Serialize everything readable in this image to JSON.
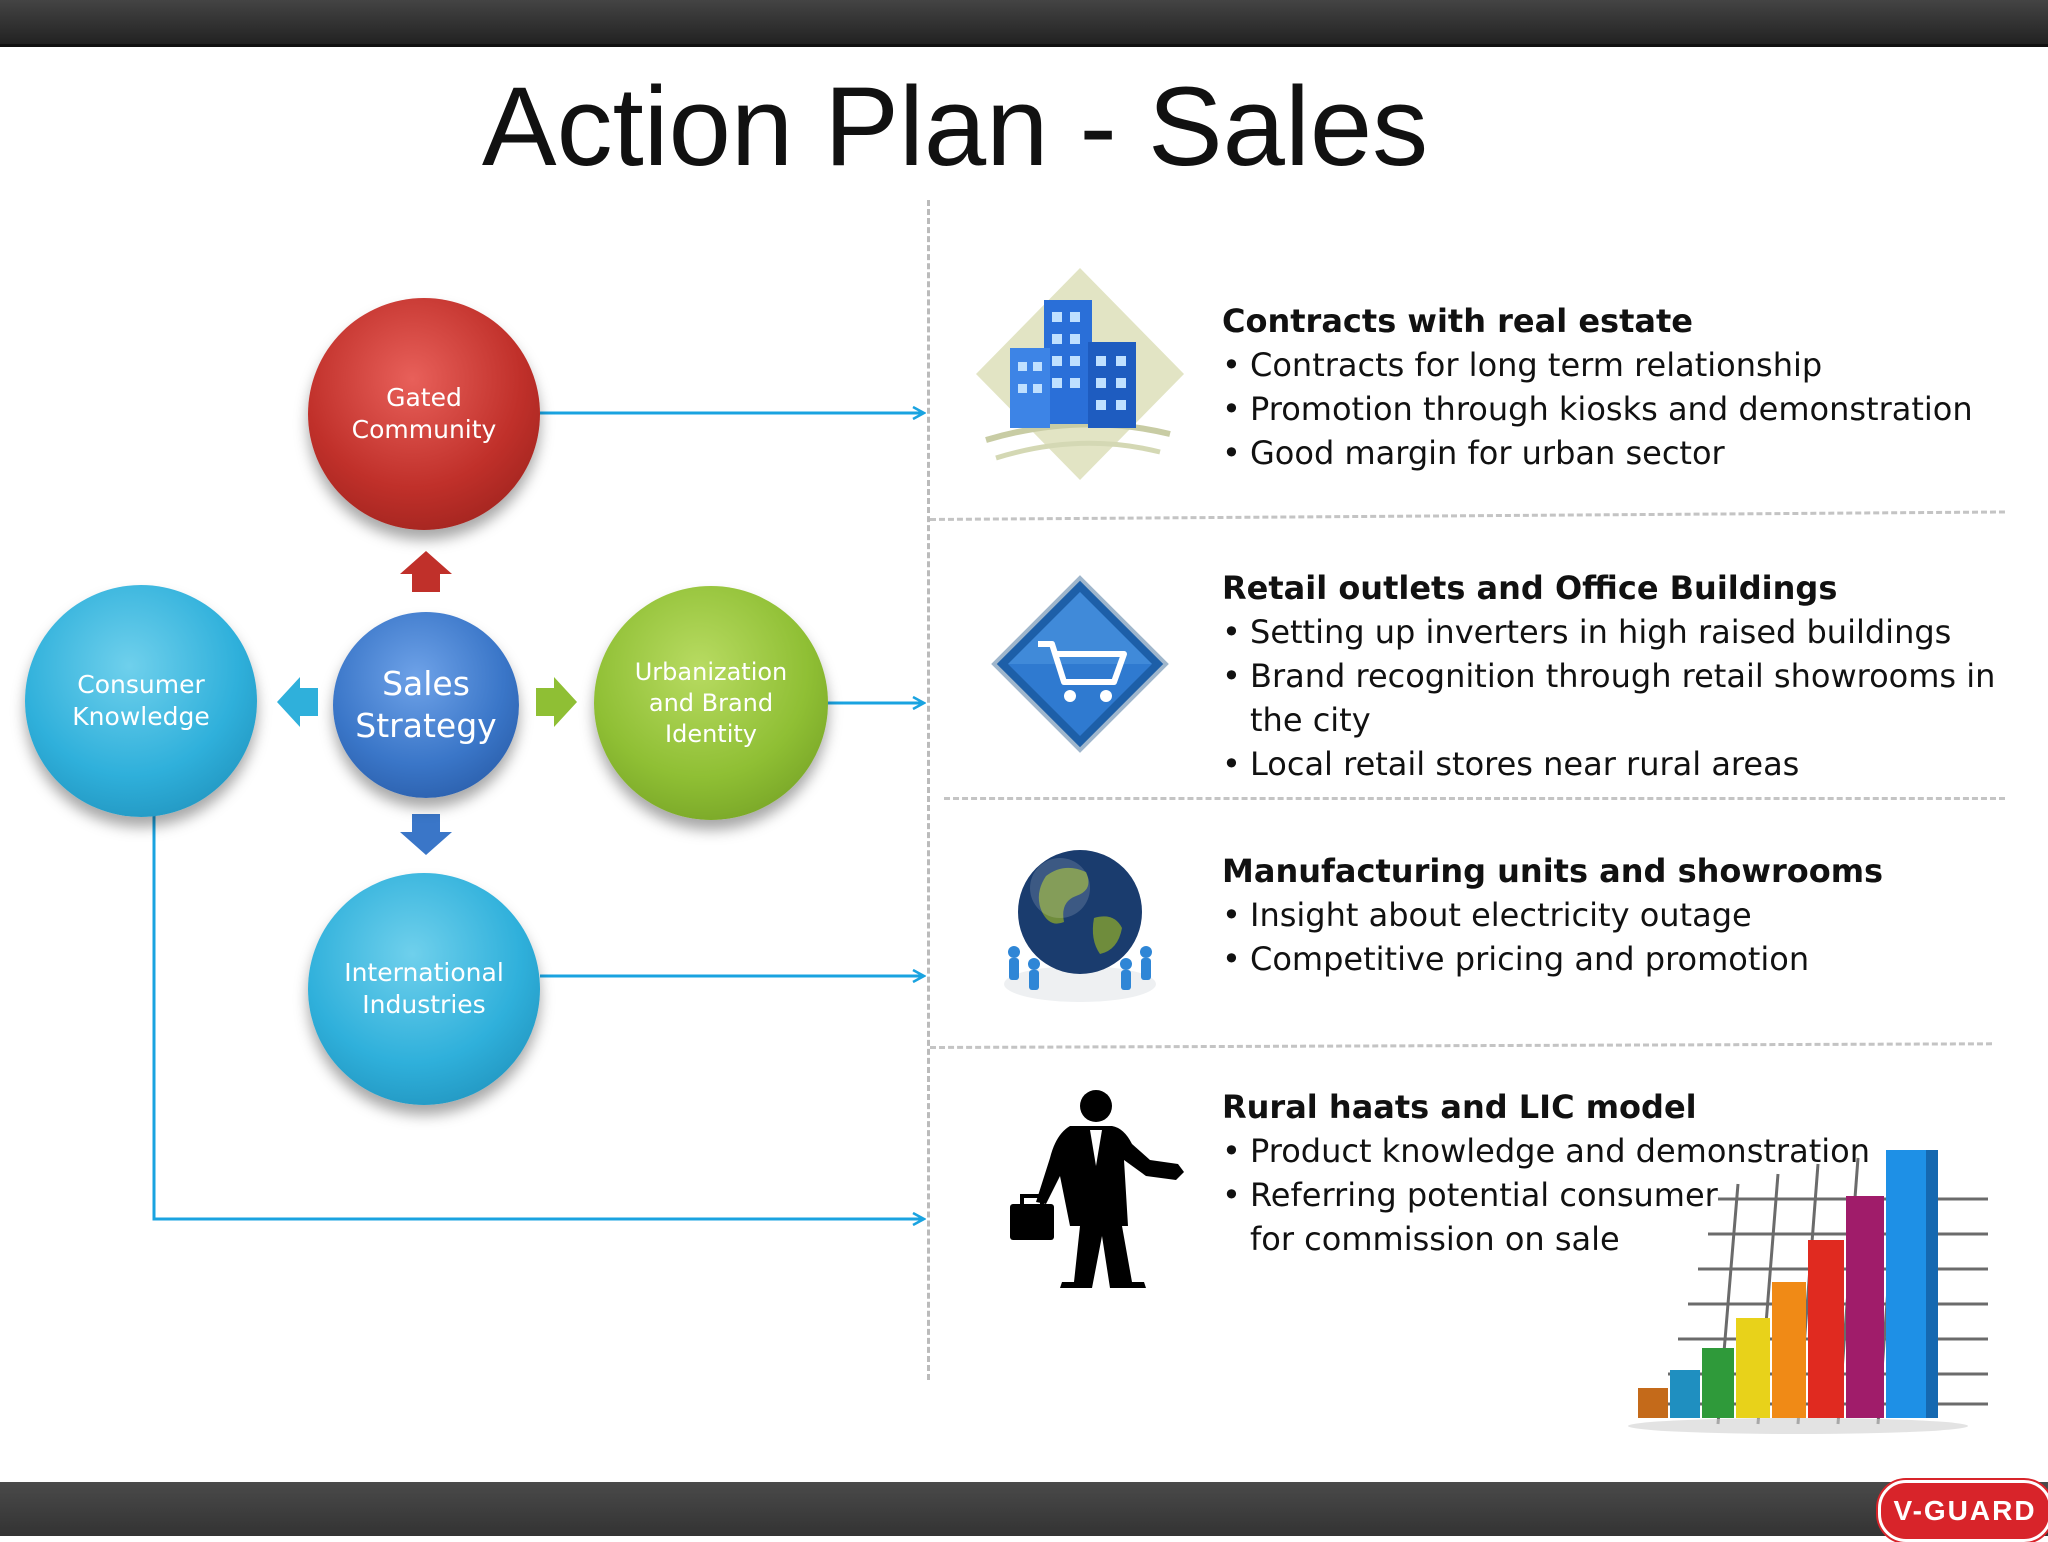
{
  "slide": {
    "title": "Action Plan - Sales"
  },
  "diagram": {
    "center": [
      "Sales",
      "Strategy"
    ],
    "top": [
      "Gated",
      "Community"
    ],
    "right": [
      "Urbanization",
      "and Brand",
      "Identity"
    ],
    "bottom": [
      "International",
      "Industries"
    ],
    "left": [
      "Consumer",
      "Knowledge"
    ]
  },
  "sections": [
    {
      "heading": "Contracts with real estate",
      "bullets": [
        "Contracts for long term relationship",
        "Promotion through kiosks and demonstration",
        "Good margin for urban sector"
      ],
      "icon": "office-building-icon"
    },
    {
      "heading": "Retail outlets and Office Buildings",
      "bullets": [
        "Setting up inverters in high raised buildings",
        "Brand recognition through retail showrooms in the city",
        "Local retail stores near rural areas"
      ],
      "icon": "shopping-cart-icon"
    },
    {
      "heading": "Manufacturing units and showrooms",
      "bullets": [
        "Insight about electricity outage",
        "Competitive pricing and promotion"
      ],
      "icon": "globe-icon"
    },
    {
      "heading": "Rural haats and LIC model",
      "bullets": [
        "Product knowledge and demonstration",
        "Referring potential consumer for commission on sale"
      ],
      "icon": "businessman-icon"
    }
  ],
  "brand": {
    "logo_text": "V-GUARD",
    "colors": {
      "red": "#c0302a",
      "blue": "#3a76c8",
      "green": "#8fbf34",
      "cyan": "#2fb0db",
      "arrow": "#1aa3e0"
    }
  }
}
